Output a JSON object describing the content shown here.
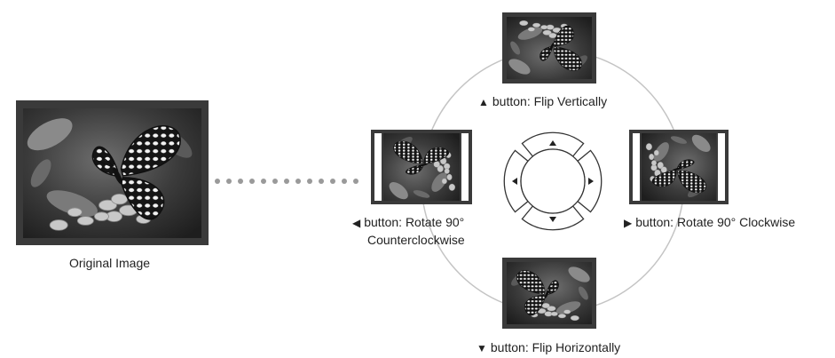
{
  "original": {
    "caption": "Original Image"
  },
  "controls": {
    "up": {
      "icon": "up-triangle-icon",
      "glyph": "▲",
      "text": "button: Flip Vertically"
    },
    "left": {
      "icon": "left-triangle-icon",
      "glyph": "◀",
      "text": "button: Rotate 90°",
      "text2": "Counterclockwise"
    },
    "right": {
      "icon": "right-triangle-icon",
      "glyph": "▶",
      "text": "button: Rotate 90° Clockwise"
    },
    "down": {
      "icon": "down-triangle-icon",
      "glyph": "▼",
      "text": "button: Flip Horizontally"
    }
  },
  "colors": {
    "frame": "#3a3a3a",
    "photo_bg": "#2a2a2a",
    "circle": "#bdbdbd",
    "dots": "#9a9a9a"
  }
}
